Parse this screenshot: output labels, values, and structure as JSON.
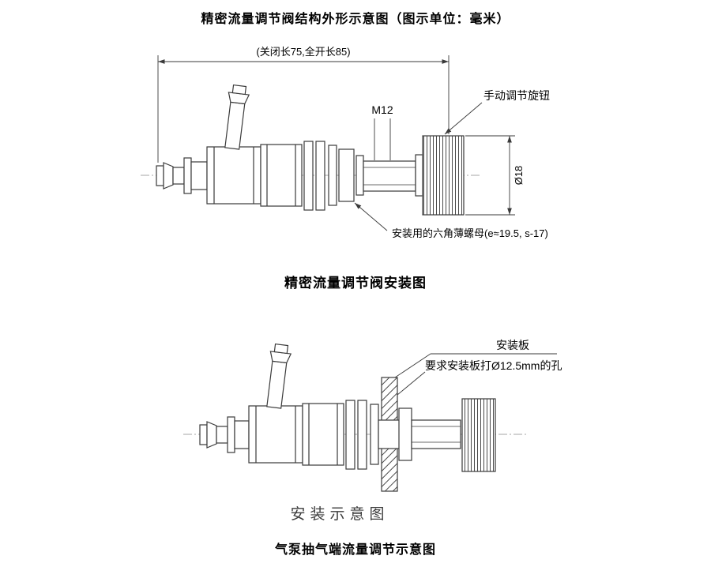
{
  "title": "精密流量调节阀结构外形示意图（图示单位：毫米）",
  "figure1": {
    "dim_overall": "(关闭长75,全开长85)",
    "thread_label": "M12",
    "knob_label": "手动调节旋钮",
    "diameter_label": "Ø18",
    "nut_note": "安装用的六角薄螺母(e≈19.5, s-17)",
    "caption": "精密流量调节阀安装图"
  },
  "figure2": {
    "plate_label": "安装板",
    "hole_note": "要求安装板打Ø12.5mm的孔",
    "caption": "安装示意图"
  },
  "footer_title": "气泵抽气端流量调节示意图",
  "colors": {
    "line": "#3a3a3a",
    "centerline": "#888888",
    "text": "#000000",
    "background": "#ffffff"
  }
}
